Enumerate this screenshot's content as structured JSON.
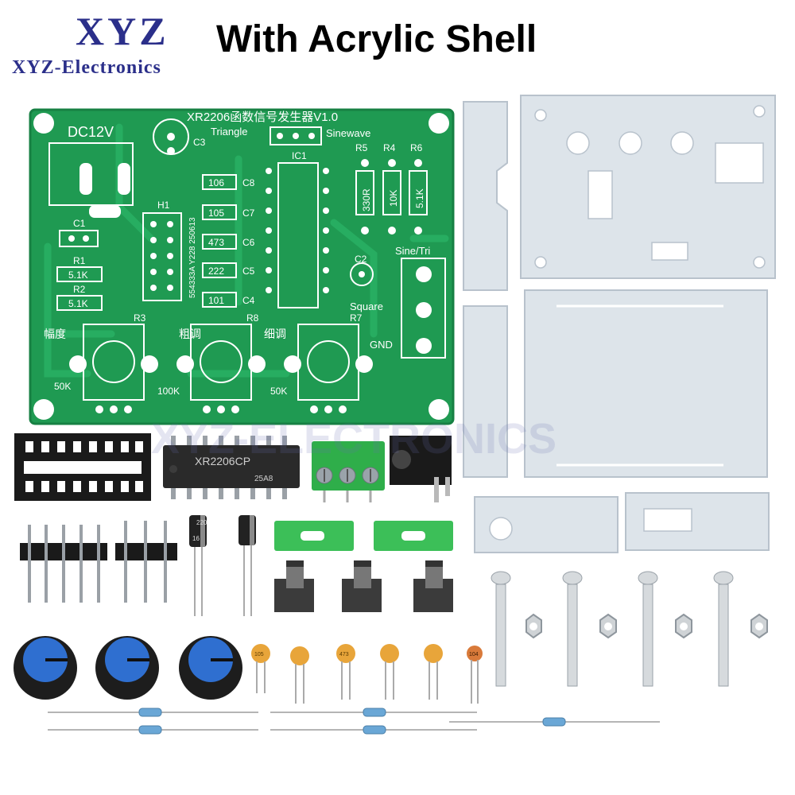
{
  "header": {
    "logo": "XYZ",
    "logo_sub": "XYZ-Electronics",
    "title": "With Acrylic Shell"
  },
  "pcb": {
    "title": "XR2206函数信号发生器V1.0",
    "power": "DC12V",
    "c3": "C3",
    "triangle": "Triangle",
    "sinewave": "Sinewave",
    "ic1": "IC1",
    "r5": "R5",
    "r4": "R4",
    "r6": "R6",
    "r5_val": "330R",
    "r4_val": "10K",
    "r6_val": "5.1K",
    "h1": "H1",
    "c1": "C1",
    "r1": "R1",
    "r1_val": "5.1K",
    "r2": "R2",
    "r2_val": "5.1K",
    "cap_106": "106",
    "c8": "C8",
    "cap_105": "105",
    "c7": "C7",
    "cap_473": "473",
    "c6": "C6",
    "cap_222": "222",
    "c5": "C5",
    "cap_101": "101",
    "c4": "C4",
    "board_code": "554333A Y228 250613",
    "c2": "C2",
    "sine_tri": "Sine/Tri",
    "square": "Square",
    "gnd": "GND",
    "amplitude": "幅度",
    "coarse": "粗调",
    "fine": "细调",
    "r3": "R3",
    "r8": "R8",
    "r7": "R7",
    "pot1": "50K",
    "pot2": "100K",
    "pot3": "50K"
  },
  "parts": {
    "chip_label": "XR2206CP",
    "chip_code": "25A8",
    "cap_voltage": "16",
    "cap_value": "220",
    "ceramic_1": "105",
    "ceramic_2": "473",
    "ceramic_3": "104"
  },
  "watermark": "XYZ-ELECTRONICS",
  "colors": {
    "pcb_green": "#1f9a52",
    "logo_blue": "#2b2f8a",
    "knob_blue": "#2f6fd0",
    "terminal_green": "#2fae4a",
    "ceramic_orange": "#e8a53a"
  }
}
